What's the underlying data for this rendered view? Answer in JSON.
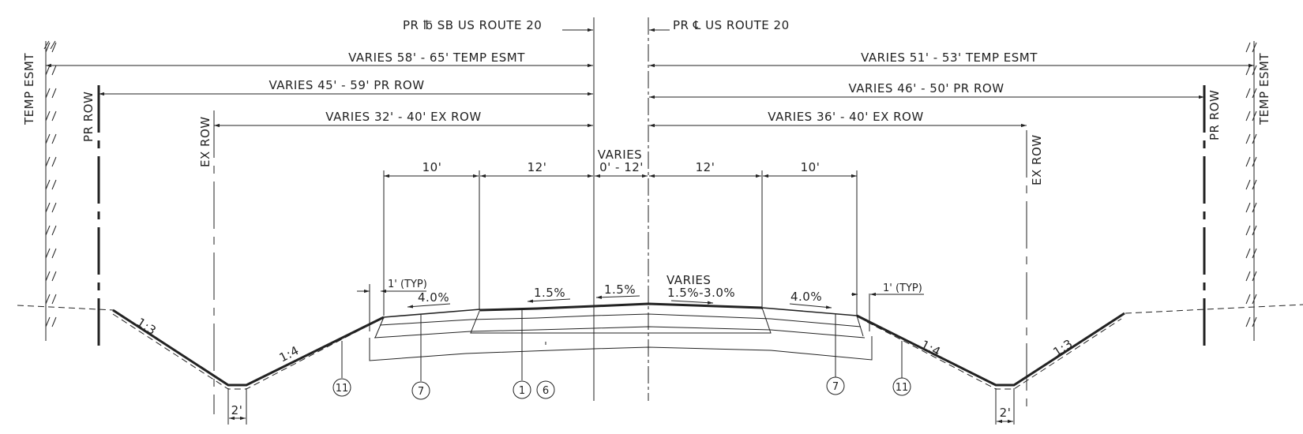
{
  "centerlines": {
    "left_label": "PR ℔ SB US ROUTE 20",
    "right_label": "PR ℄ US ROUTE 20"
  },
  "dimensions": {
    "left_temp_esmt": "VARIES 58' - 65' TEMP ESMT",
    "right_temp_esmt": "VARIES 51' - 53' TEMP ESMT",
    "left_pr_row": "VARIES 45' - 59' PR ROW",
    "right_pr_row": "VARIES 46' - 50' PR ROW",
    "left_ex_row": "VARIES 32' - 40' EX ROW",
    "right_ex_row": "VARIES 36' - 40' EX ROW",
    "left_shoulder": "10'",
    "left_lane": "12'",
    "median_line1": "VARIES",
    "median_line2": "0' - 12'",
    "right_lane": "12'",
    "right_shoulder": "10'",
    "left_typ": "1' (TYP)",
    "right_typ": "1' (TYP)",
    "left_ditch": "2'",
    "right_ditch": "2'"
  },
  "row_labels": {
    "left_temp_esmt": "TEMP ESMT",
    "left_pr_row": "PR ROW",
    "left_ex_row": "EX ROW",
    "right_temp_esmt": "TEMP ESMT",
    "right_pr_row": "PR ROW",
    "right_ex_row": "EX ROW"
  },
  "slopes": {
    "left_shoulder": "4.0%",
    "left_lane": "1.5%",
    "center_left": "1.5%",
    "right_lane_line1": "VARIES",
    "right_lane_line2": "1.5%-3.0%",
    "right_shoulder": "4.0%",
    "left_backslope": "1:3",
    "left_foreslope": "1:4",
    "right_foreslope": "1:4",
    "right_backslope": "1:3"
  },
  "callouts": [
    "11",
    "7",
    "1",
    "6",
    "7",
    "11"
  ]
}
